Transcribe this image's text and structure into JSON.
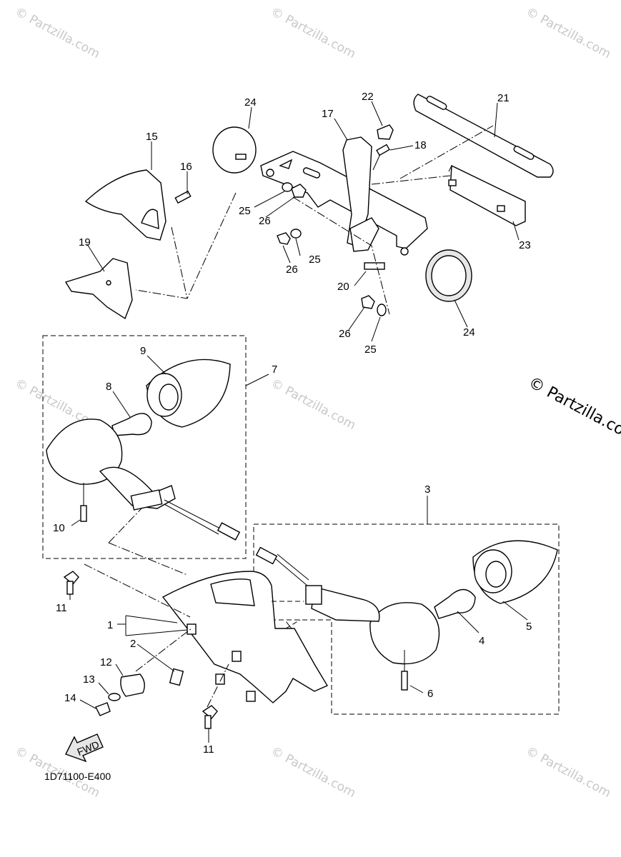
{
  "diagram": {
    "code": "1D71100-E400",
    "fwd_label": "FWD",
    "watermark": "© Partzilla.com",
    "watermark_big": "© Partzilla.com",
    "callouts": [
      "1",
      "2",
      "3",
      "4",
      "5",
      "6",
      "7",
      "8",
      "9",
      "10",
      "11",
      "11",
      "12",
      "13",
      "14",
      "15",
      "16",
      "17",
      "18",
      "19",
      "20",
      "21",
      "22",
      "23",
      "24",
      "24",
      "25",
      "25",
      "25",
      "26",
      "26",
      "26"
    ]
  }
}
